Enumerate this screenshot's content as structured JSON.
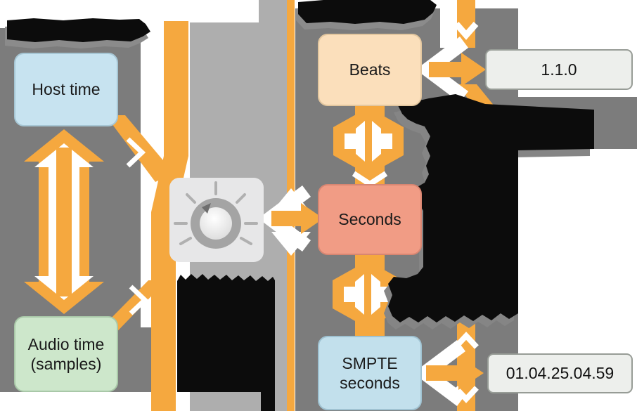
{
  "diagram": {
    "nodes": {
      "host_time": {
        "label": "Host time"
      },
      "audio_time": {
        "label": "Audio time (samples)",
        "lines": [
          "Audio time",
          "(samples)"
        ]
      },
      "beats": {
        "label": "Beats"
      },
      "seconds": {
        "label": "Seconds"
      },
      "smpte_seconds": {
        "label": "SMPTE seconds",
        "lines": [
          "SMPTE",
          "seconds"
        ]
      }
    },
    "values": {
      "beats_display": "1.1.0",
      "smpte_display": "01.04.25.04.59"
    },
    "icons": {
      "knob": "tempo-knob-icon",
      "converter": "speaker-converter-icon",
      "arrows": "orange-flow-arrows"
    },
    "obscured_labels": {
      "count": 5,
      "appearance": "solid black irregular shapes (text illegible in source image)"
    },
    "colors": {
      "accent_orange": "#F5A83F",
      "panel_gray": "#7C7C7C",
      "column_gray": "#AEAEAE",
      "knob_tile": "#E7E7E8",
      "host_time_fill": "#C7E3F0",
      "audio_time_fill": "#CDE7CB",
      "beats_fill": "#FBDFBB",
      "seconds_fill": "#F19C85",
      "smpte_fill": "#C2E0EC",
      "value_chip_fill": "#EDEFEC",
      "obscured_blob": "#0C0C0C"
    }
  }
}
